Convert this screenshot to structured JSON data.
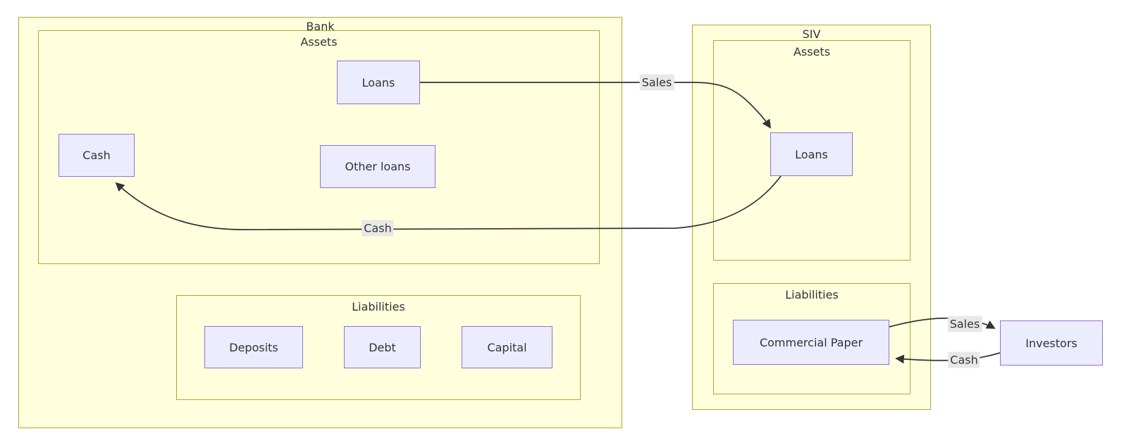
{
  "diagram_type": "flowchart",
  "colors": {
    "background": "#ffffff",
    "cluster_fill": "#ffffde",
    "cluster_border": "#aaaa33",
    "node_fill": "#ececff",
    "node_border": "#9370db",
    "edge_stroke": "#333333",
    "edge_label_bg": "#e8e8e8",
    "text": "#333333"
  },
  "clusters": {
    "bank": {
      "label": "Bank"
    },
    "bank_assets": {
      "label": "Assets"
    },
    "bank_liabilities": {
      "label": "Liabilities"
    },
    "siv": {
      "label": "SIV"
    },
    "siv_assets": {
      "label": "Assets"
    },
    "siv_liabilities": {
      "label": "Liabilities"
    }
  },
  "nodes": {
    "bank_loans": {
      "label": "Loans"
    },
    "bank_cash": {
      "label": "Cash"
    },
    "other_loans": {
      "label": "Other loans"
    },
    "deposits": {
      "label": "Deposits"
    },
    "debt": {
      "label": "Debt"
    },
    "capital": {
      "label": "Capital"
    },
    "siv_loans": {
      "label": "Loans"
    },
    "commercial_paper": {
      "label": "Commercial Paper"
    },
    "investors": {
      "label": "Investors"
    }
  },
  "edges": [
    {
      "from": "bank_loans",
      "to": "siv_loans",
      "label": "Sales"
    },
    {
      "from": "siv_loans",
      "to": "bank_cash",
      "label": "Cash"
    },
    {
      "from": "commercial_paper",
      "to": "investors",
      "label": "Sales"
    },
    {
      "from": "investors",
      "to": "commercial_paper",
      "label": "Cash"
    }
  ]
}
